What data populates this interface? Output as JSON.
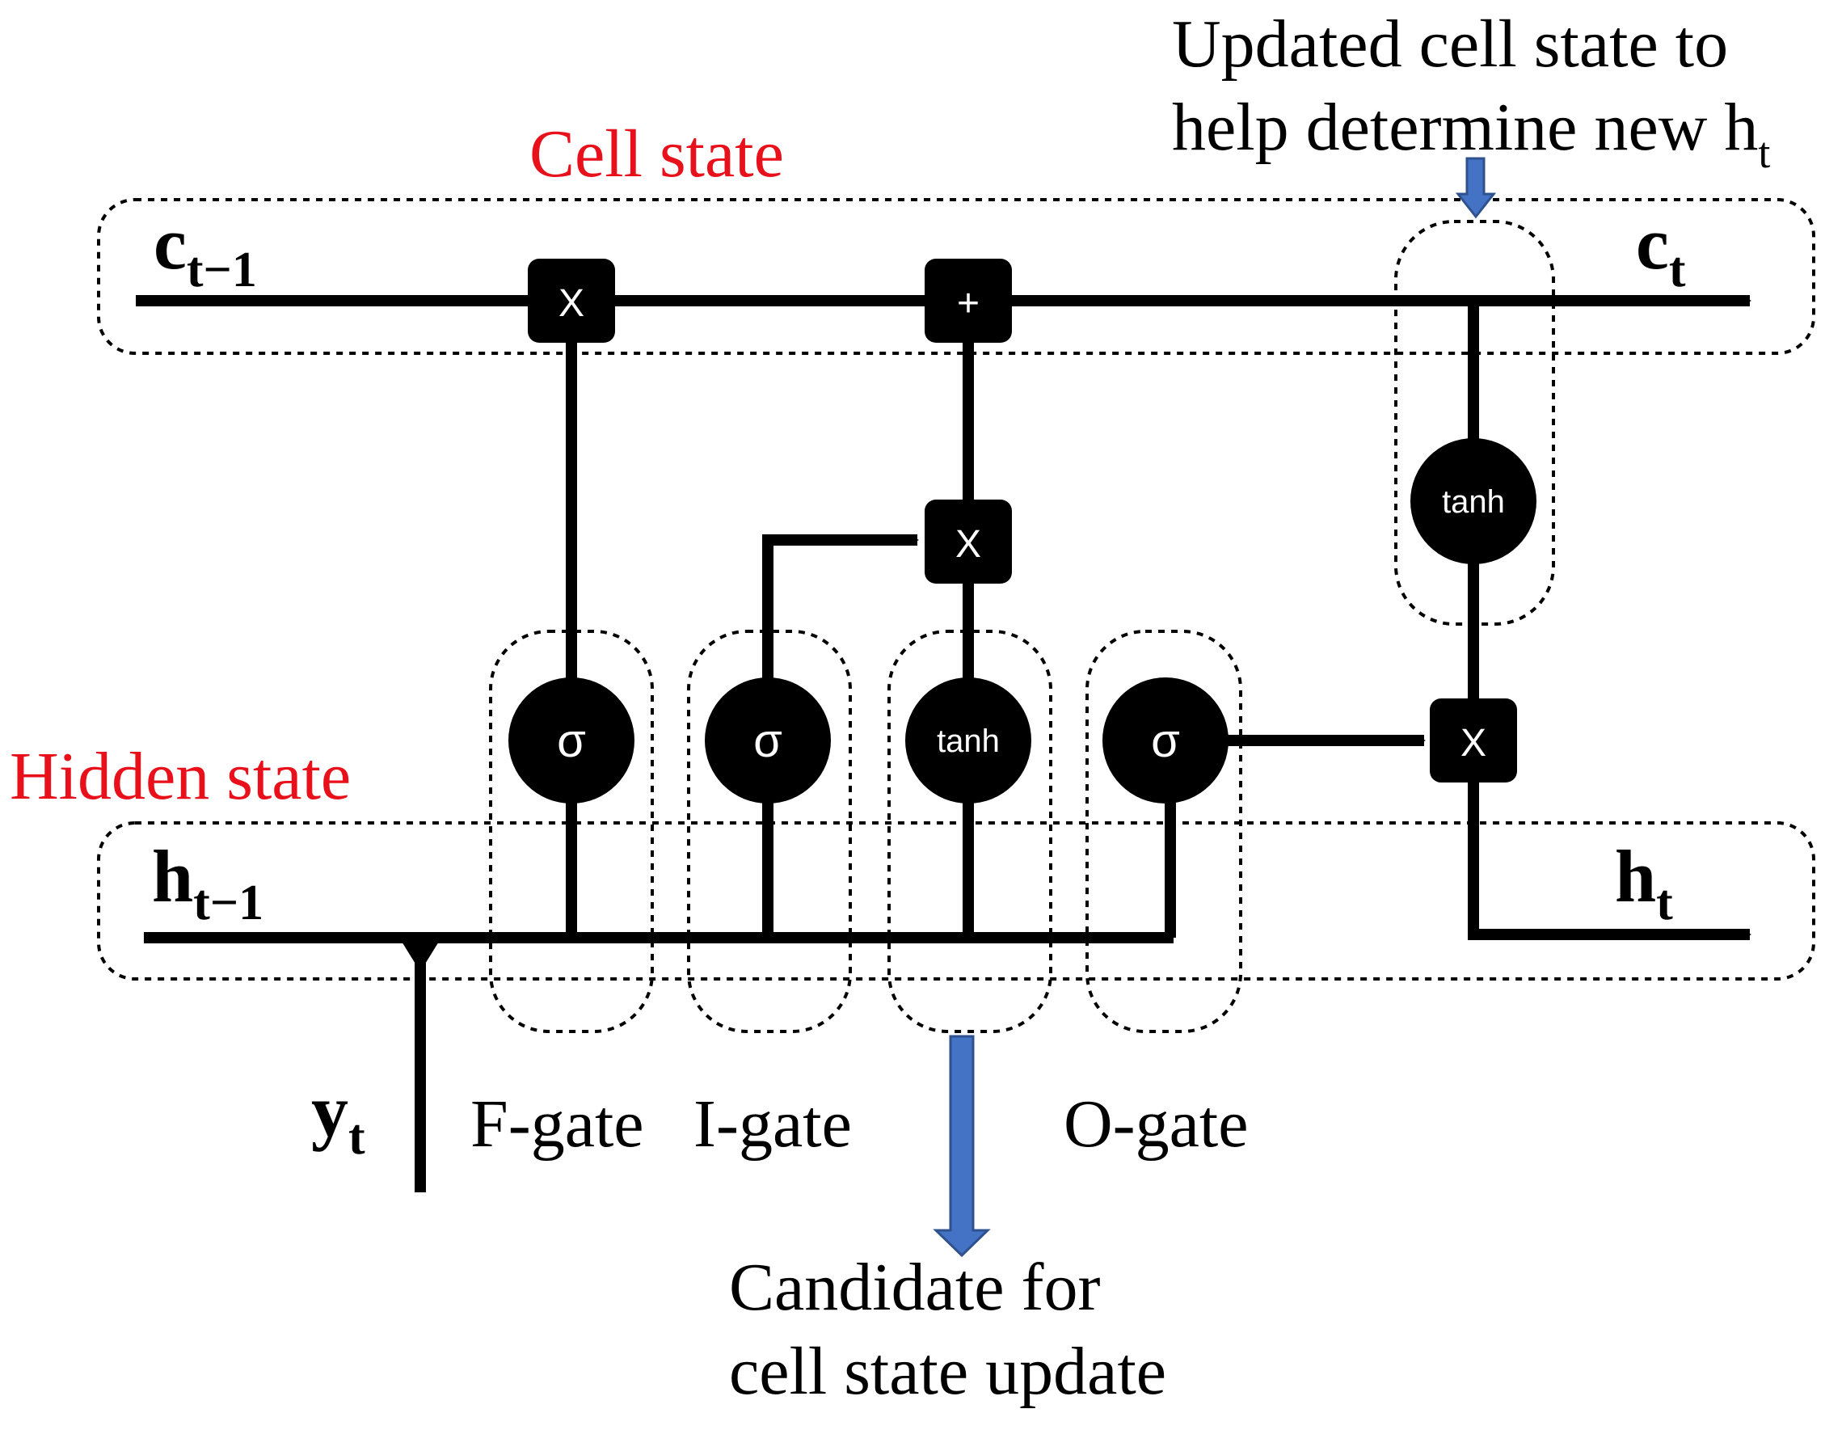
{
  "labels": {
    "cell_state": "Cell state",
    "hidden_state": "Hidden state",
    "updated_line1": "Updated cell state to",
    "updated_line2": "help determine new h",
    "updated_sub": "t",
    "candidate_line1": "Candidate for",
    "candidate_line2": "cell state update",
    "f_gate": "F-gate",
    "i_gate": "I-gate",
    "o_gate": "O-gate"
  },
  "variables": {
    "c_prev": {
      "base": "c",
      "sub": "t−1"
    },
    "c_t": {
      "base": "c",
      "sub": "t"
    },
    "h_prev": {
      "base": "h",
      "sub": "t−1"
    },
    "h_t": {
      "base": "h",
      "sub": "t"
    },
    "y_t": {
      "base": "y",
      "sub": "t"
    }
  },
  "operators": {
    "forget_multiply": "X",
    "cell_add": "+",
    "input_multiply": "X",
    "output_multiply": "X"
  },
  "activations": {
    "forget_sigma": "σ",
    "input_sigma": "σ",
    "candidate_tanh": "tanh",
    "output_sigma": "σ",
    "cell_tanh": "tanh"
  },
  "colors": {
    "label_red": "#e8101a",
    "annotation_arrow": "#4472c4",
    "ink": "#000000",
    "annotation_arrow_stroke": "#2f528f"
  }
}
